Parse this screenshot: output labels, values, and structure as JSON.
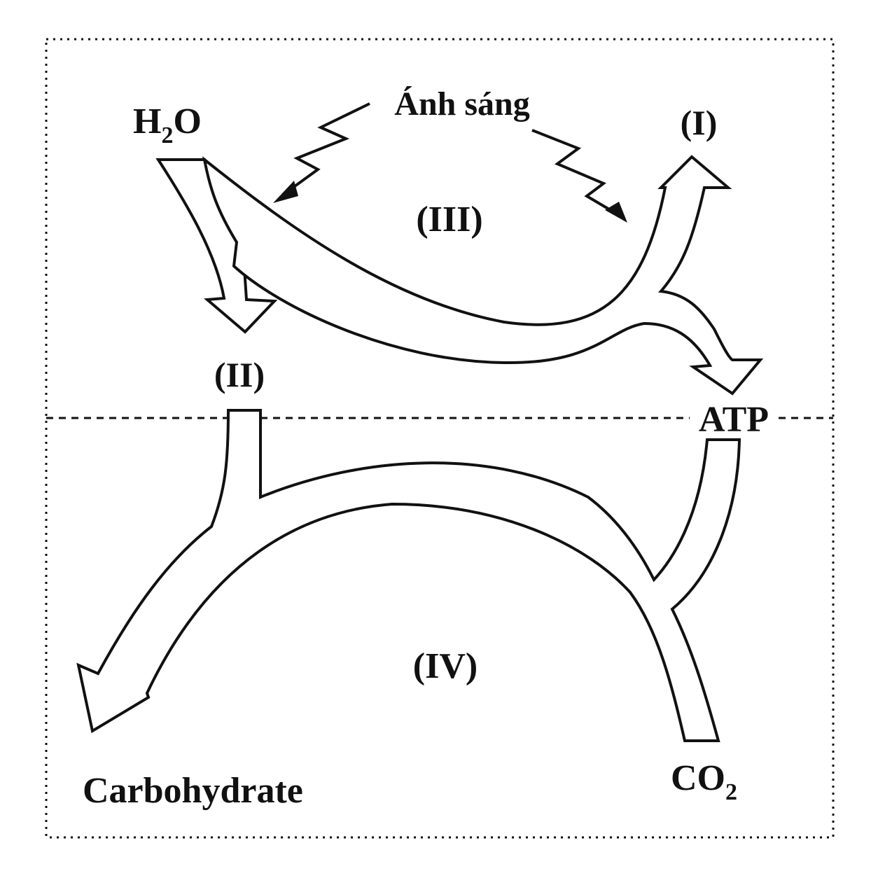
{
  "labels": {
    "light": "Ánh sáng",
    "water": {
      "base": "H",
      "sub": "2",
      "tail": "O"
    },
    "product_I": "(I)",
    "product_II": "(II)",
    "stage_III": "(III)",
    "stage_IV": "(IV)",
    "atp": "ATP",
    "co2": {
      "base": "CO",
      "sub": "2"
    },
    "carbohydrate": "Carbohydrate"
  },
  "colors": {
    "ink": "#111111",
    "background": "#ffffff"
  },
  "icons": {
    "light_bolts": "lightning-arrow-icon"
  }
}
